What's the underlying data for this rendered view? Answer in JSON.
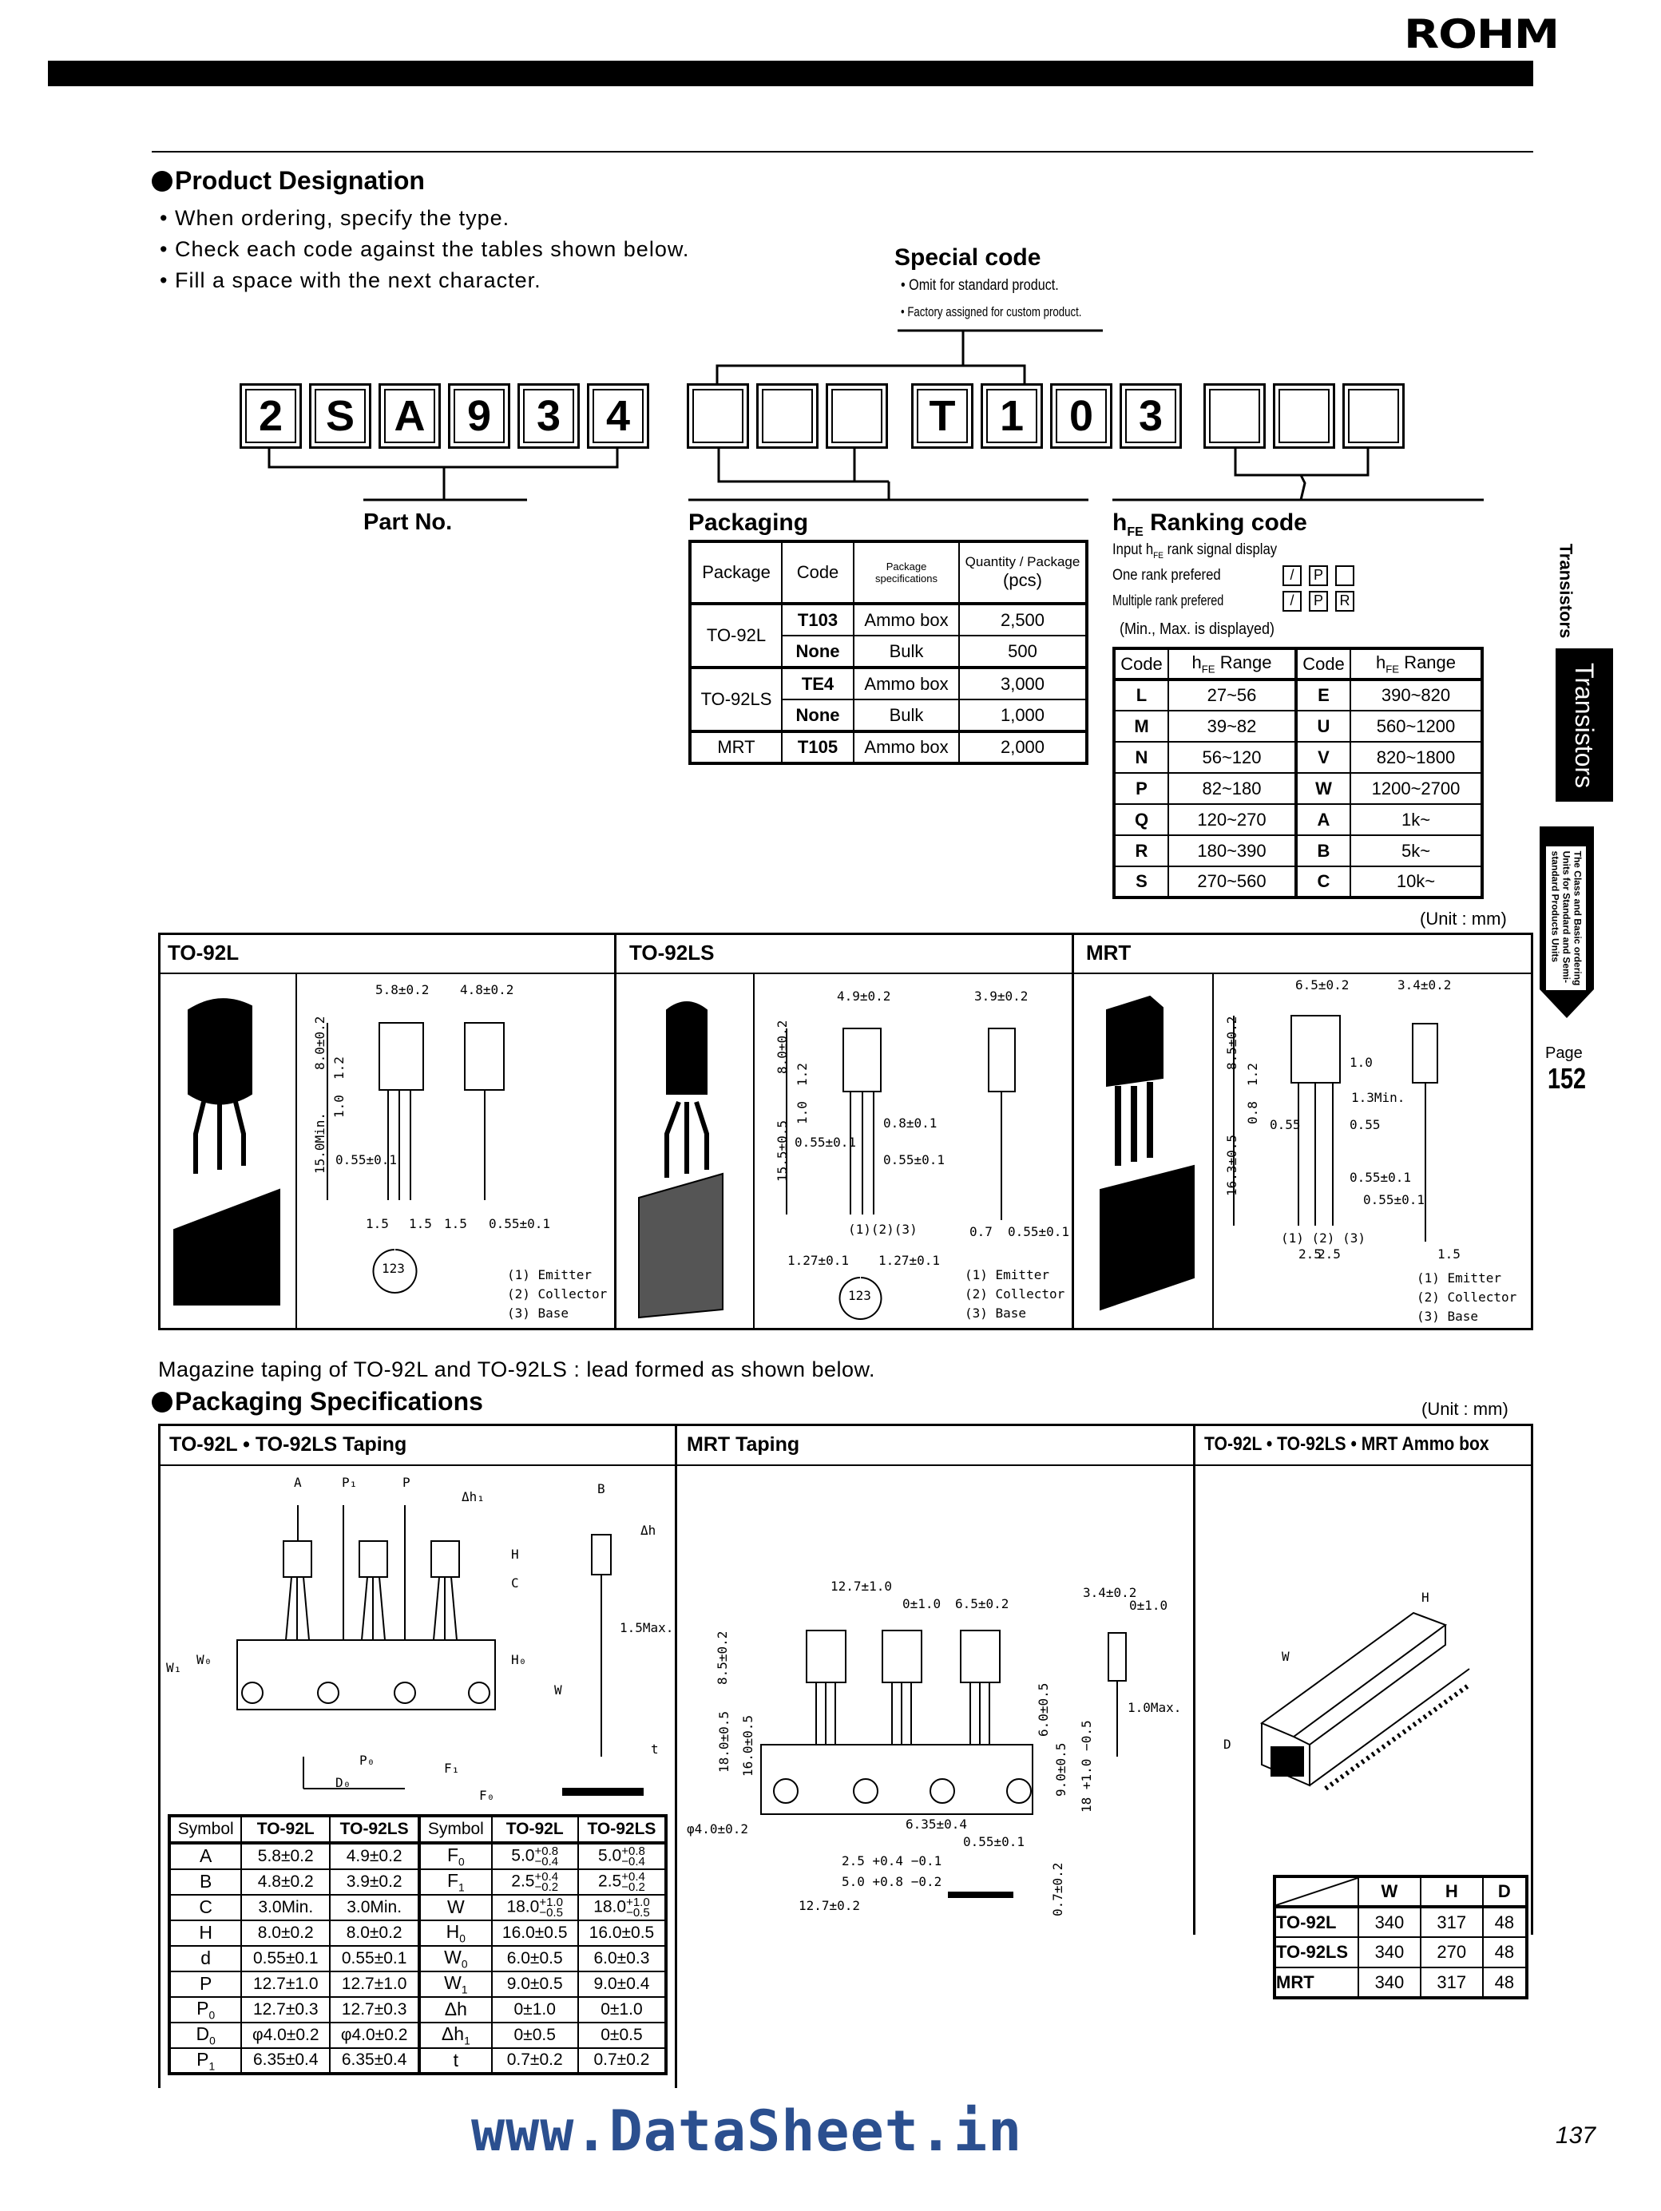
{
  "header": {
    "logo": "ROHM"
  },
  "product_designation": {
    "title": "Product Designation",
    "bullets": [
      "• When ordering, specify the type.",
      "• Check each code against the tables shown below.",
      "• Fill a space with the next character."
    ]
  },
  "special_code": {
    "title": "Special code",
    "notes": [
      "• Omit for standard product.",
      "• Factory assigned for custom product."
    ]
  },
  "code": {
    "part": [
      "2",
      "S",
      "A",
      "9",
      "3",
      "4"
    ],
    "packaging": [
      "T",
      "1",
      "0",
      "3"
    ],
    "part_label": "Part No."
  },
  "packaging": {
    "title": "Packaging",
    "headers": [
      "Package",
      "Code",
      "Package specifications",
      "Quantity / Package",
      "(pcs)"
    ],
    "rows": [
      {
        "package": "TO-92L",
        "code": "T103",
        "spec": "Ammo box",
        "qty": "2,500"
      },
      {
        "package": "",
        "code": "None",
        "spec": "Bulk",
        "qty": "500"
      },
      {
        "package": "TO-92LS",
        "code": "TE4",
        "spec": "Ammo box",
        "qty": "3,000"
      },
      {
        "package": "",
        "code": "None",
        "spec": "Bulk",
        "qty": "1,000"
      },
      {
        "package": "MRT",
        "code": "T105",
        "spec": "Ammo box",
        "qty": "2,000"
      }
    ]
  },
  "hfe": {
    "h": "h",
    "fe": "FE",
    "title": "Ranking code",
    "input_pre": "Input",
    "input_post": "rank signal display",
    "one_rank": "One rank prefered",
    "one_boxes": [
      "/",
      "P",
      ""
    ],
    "multi_rank": "Multiple rank prefered",
    "multi_boxes": [
      "/",
      "P",
      "R"
    ],
    "note": "(Min., Max. is displayed)",
    "col_code": "Code",
    "col_range": "Range",
    "rows": [
      [
        "L",
        "27~56",
        "E",
        "390~820"
      ],
      [
        "M",
        "39~82",
        "U",
        "560~1200"
      ],
      [
        "N",
        "56~120",
        "V",
        "820~1800"
      ],
      [
        "P",
        "82~180",
        "W",
        "1200~2700"
      ],
      [
        "Q",
        "120~270",
        "A",
        "1k~"
      ],
      [
        "R",
        "180~390",
        "B",
        "5k~"
      ],
      [
        "S",
        "270~560",
        "C",
        "10k~"
      ]
    ]
  },
  "unit": "(Unit : mm)",
  "packages": {
    "to92l": {
      "title": "TO-92L",
      "dims": [
        "5.8±0.2",
        "4.8±0.2",
        "8.0±0.2",
        "1.2",
        "1.0",
        "15.0Min.",
        "0.55±0.1",
        "1.5",
        "1.5",
        "1.5",
        "0.55±0.1"
      ]
    },
    "to92ls": {
      "title": "TO-92LS",
      "dims": [
        "4.9±0.2",
        "3.9±0.2",
        "8.0±0.2",
        "1.2",
        "1.0",
        "15.5±0.5",
        "0.55±0.1",
        "0.8±0.1",
        "0.55±0.1",
        "(1)(2)(3)",
        "1.27±0.1",
        "1.27±0.1",
        "0.7",
        "0.55±0.1"
      ]
    },
    "mrt": {
      "title": "MRT",
      "dims": [
        "6.5±0.2",
        "3.4±0.2",
        "8.5±0.2",
        "1.2",
        "0.8",
        "16.3±0.5",
        "1.0",
        "1.3Min.",
        "0.55",
        "0.55",
        "0.55±0.1",
        "0.55±0.1",
        "(1) (2) (3)",
        "2.5",
        "2.5",
        "1.5"
      ]
    },
    "legend": [
      "(1)  Emitter",
      "(2)  Collector",
      "(3)  Base"
    ],
    "pin_marks": "123"
  },
  "magazine_note": "Magazine taping of TO-92L and TO-92LS : lead formed as shown below.",
  "specs": {
    "title": "Packaging Specifications",
    "taping_title": "TO-92L • TO-92LS Taping",
    "mrt_title": "MRT Taping",
    "ammo_title": "TO-92L • TO-92LS • MRT Ammo box",
    "taping_labels": [
      "A",
      "P₁",
      "P",
      "Δh₁",
      "B",
      "Δh",
      "H",
      "C",
      "1.5Max.",
      "W₁",
      "W₀",
      "H₀",
      "W",
      "P₀",
      "D₀",
      "F₁",
      "F₀",
      "t"
    ],
    "mrt_labels": [
      "12.7±1.0",
      "0±1.0",
      "6.5±0.2",
      "3.4±0.2",
      "0±1.0",
      "8.5±0.2",
      "18.0±0.5",
      "16.0±0.5",
      "6.0±0.5",
      "1.0Max.",
      "9.0±0.5",
      "18 +1.0 −0.5",
      "φ4.0±0.2",
      "6.35±0.4",
      "0.55±0.1",
      "2.5 +0.4 −0.1",
      "5.0 +0.8 −0.2",
      "12.7±0.2",
      "0.7±0.2"
    ],
    "ammo_labels": [
      "H",
      "W",
      "D"
    ],
    "taping_table": {
      "headers": [
        "Symbol",
        "TO-92L",
        "TO-92LS",
        "Symbol",
        "TO-92L",
        "TO-92LS"
      ],
      "rows": [
        [
          {
            "s": "A"
          },
          {
            "v": "5.8±0.2"
          },
          {
            "v": "4.9±0.2"
          },
          {
            "s": "F",
            "sub": "0"
          },
          {
            "v": "5.0",
            "p": "+0.8",
            "m": "−0.4"
          },
          {
            "v": "5.0",
            "p": "+0.8",
            "m": "−0.4"
          }
        ],
        [
          {
            "s": "B"
          },
          {
            "v": "4.8±0.2"
          },
          {
            "v": "3.9±0.2"
          },
          {
            "s": "F",
            "sub": "1"
          },
          {
            "v": "2.5",
            "p": "+0.4",
            "m": "−0.2"
          },
          {
            "v": "2.5",
            "p": "+0.4",
            "m": "−0.2"
          }
        ],
        [
          {
            "s": "C"
          },
          {
            "v": "3.0Min."
          },
          {
            "v": "3.0Min."
          },
          {
            "s": "W"
          },
          {
            "v": "18.0",
            "p": "+1.0",
            "m": "−0.5"
          },
          {
            "v": "18.0",
            "p": "+1.0",
            "m": "−0.5"
          }
        ],
        [
          {
            "s": "H"
          },
          {
            "v": "8.0±0.2"
          },
          {
            "v": "8.0±0.2"
          },
          {
            "s": "H",
            "sub": "0"
          },
          {
            "v": "16.0±0.5"
          },
          {
            "v": "16.0±0.5"
          }
        ],
        [
          {
            "s": "d"
          },
          {
            "v": "0.55±0.1"
          },
          {
            "v": "0.55±0.1"
          },
          {
            "s": "W",
            "sub": "0"
          },
          {
            "v": "6.0±0.5"
          },
          {
            "v": "6.0±0.3"
          }
        ],
        [
          {
            "s": "P"
          },
          {
            "v": "12.7±1.0"
          },
          {
            "v": "12.7±1.0"
          },
          {
            "s": "W",
            "sub": "1"
          },
          {
            "v": "9.0±0.5"
          },
          {
            "v": "9.0±0.4"
          }
        ],
        [
          {
            "s": "P",
            "sub": "0"
          },
          {
            "v": "12.7±0.3"
          },
          {
            "v": "12.7±0.3"
          },
          {
            "s": "Δh"
          },
          {
            "v": "0±1.0"
          },
          {
            "v": "0±1.0"
          }
        ],
        [
          {
            "s": "D",
            "sub": "0"
          },
          {
            "v": "φ4.0±0.2"
          },
          {
            "v": "φ4.0±0.2"
          },
          {
            "s": "Δh",
            "sub": "1"
          },
          {
            "v": "0±0.5"
          },
          {
            "v": "0±0.5"
          }
        ],
        [
          {
            "s": "P",
            "sub": "1"
          },
          {
            "v": "6.35±0.4"
          },
          {
            "v": "6.35±0.4"
          },
          {
            "s": "t"
          },
          {
            "v": "0.7±0.2"
          },
          {
            "v": "0.7±0.2"
          }
        ]
      ]
    },
    "ammo_table": {
      "headers": [
        "",
        "W",
        "H",
        "D"
      ],
      "rows": [
        [
          "TO-92L",
          "340",
          "317",
          "48"
        ],
        [
          "TO-92LS",
          "340",
          "270",
          "48"
        ],
        [
          "MRT",
          "340",
          "317",
          "48"
        ]
      ]
    }
  },
  "side": {
    "tab1": "Transistors",
    "tab2": "Transistors",
    "tab3": [
      "The Class and Basic ordering",
      "Units for Standard and Semi-",
      "standard Products Units"
    ],
    "page_label": "Page",
    "page_number": "152"
  },
  "watermark": "www.DataSheet.in",
  "page_number": "137"
}
